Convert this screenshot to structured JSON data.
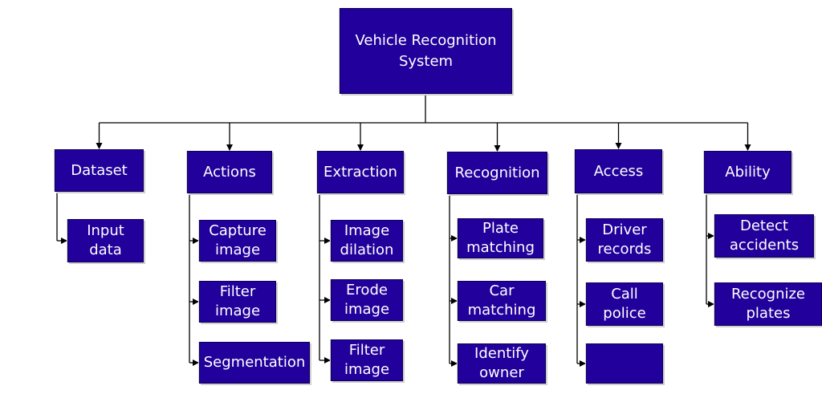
{
  "root": {
    "title_line1": "Vehicle Recognition",
    "title_line2": "System"
  },
  "categories": [
    {
      "label": "Dataset",
      "children": [
        [
          "Input",
          "data"
        ]
      ]
    },
    {
      "label": "Actions",
      "children": [
        [
          "Capture",
          "image"
        ],
        [
          "Filter",
          "image"
        ],
        [
          "Segmentation"
        ]
      ]
    },
    {
      "label": "Extraction",
      "children": [
        [
          "Image",
          "dilation"
        ],
        [
          "Erode",
          "image"
        ],
        [
          "Filter",
          "image"
        ]
      ]
    },
    {
      "label": "Recognition",
      "children": [
        [
          "Plate",
          "matching"
        ],
        [
          "Car",
          "matching"
        ],
        [
          "Identify",
          "owner"
        ]
      ]
    },
    {
      "label": "Access",
      "children": [
        [
          "Driver",
          "records"
        ],
        [
          "Call",
          "police"
        ],
        []
      ]
    },
    {
      "label": "Ability",
      "children": [
        [
          "Detect",
          "accidents"
        ],
        [
          "Recognize",
          "plates"
        ]
      ]
    }
  ],
  "colors": {
    "box_fill": "#22009b",
    "box_text": "#ffffff",
    "connector": "#000000"
  }
}
